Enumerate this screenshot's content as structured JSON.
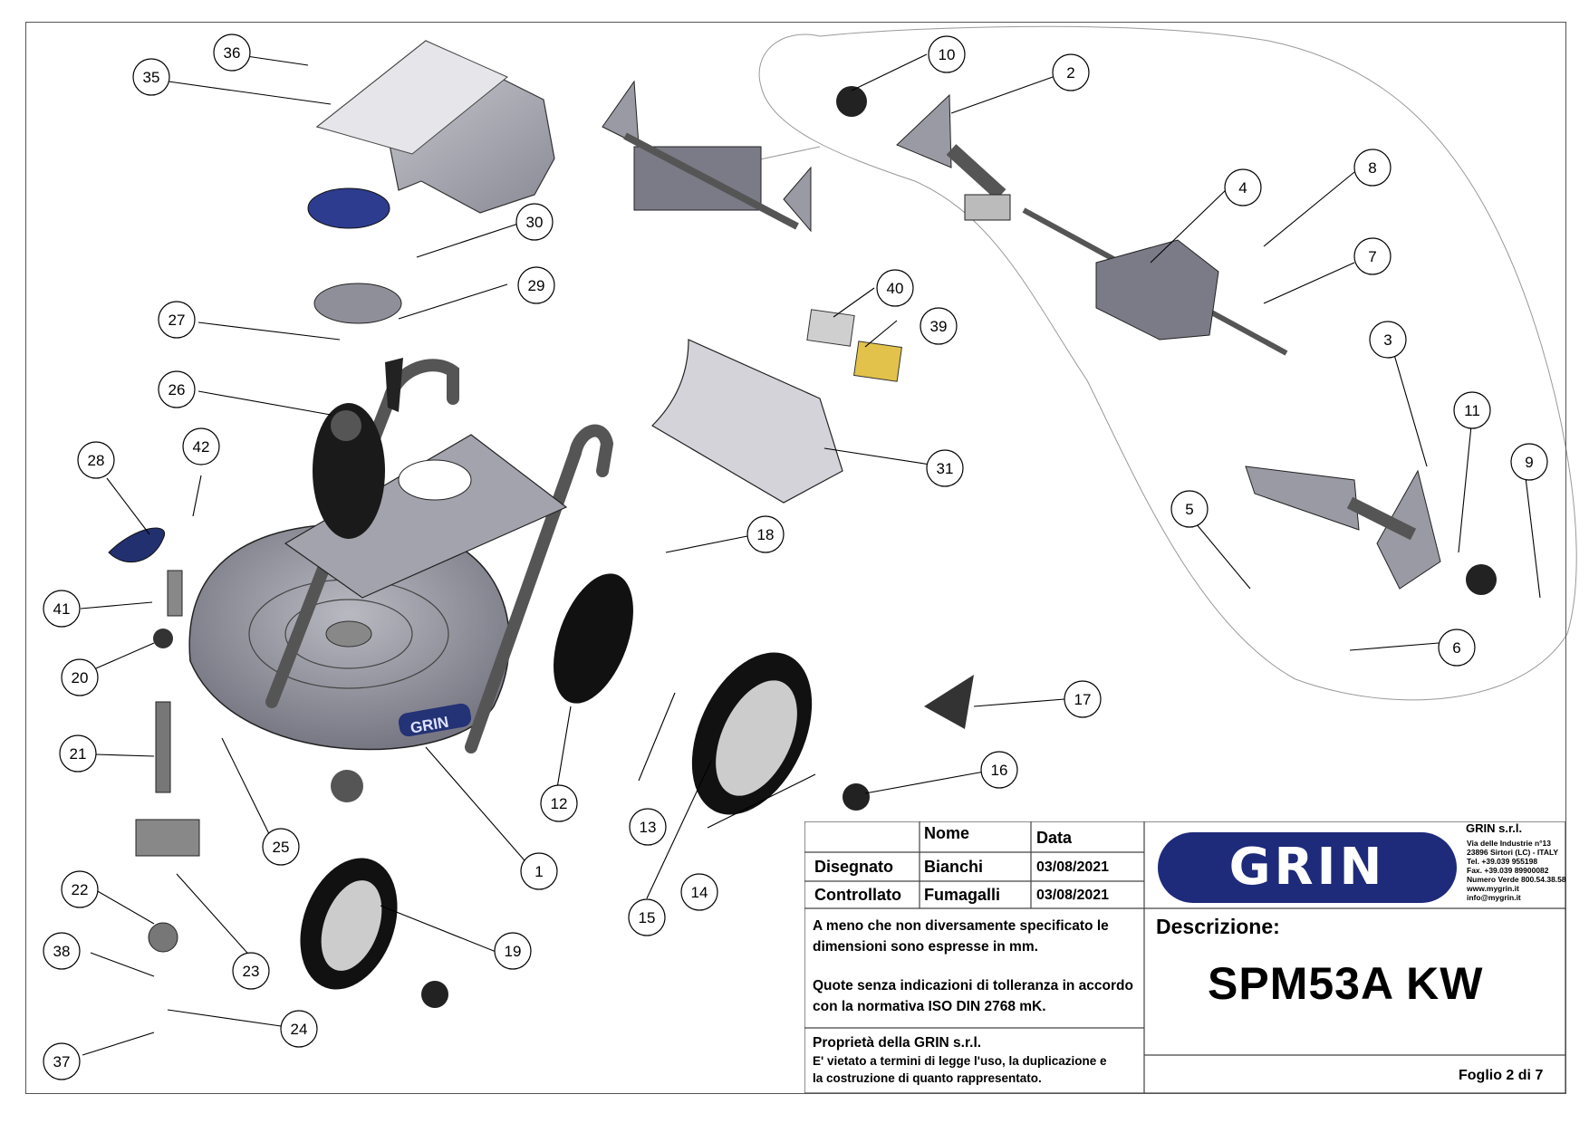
{
  "title_block": {
    "header_name": "Nome",
    "header_date": "Data",
    "rows": [
      {
        "role": "Disegnato",
        "name": "Bianchi",
        "date": "03/08/2021"
      },
      {
        "role": "Controllato",
        "name": "Fumagalli",
        "date": "03/08/2021"
      }
    ],
    "note_dimensions": "A meno che non diversamente specificato le dimensioni sono espresse in mm.",
    "note_tolerances": "Quote senza indicazioni di tolleranza in accordo con la normativa ISO DIN 2768 mK.",
    "property_title": "Proprietà della GRIN s.r.l.",
    "property_text_1": "E' vietato a termini di legge l'uso, la duplicazione e",
    "property_text_2": "la costruzione di quanto rappresentato.",
    "description_label": "Descrizione:",
    "model": "SPM53A KW",
    "sheet": "Foglio 2 di 7"
  },
  "company": {
    "name": "GRIN s.r.l.",
    "address_1": "Via delle Industrie n°13",
    "address_2": "23896 Sirtori (LC) - ITALY",
    "tel": "Tel. +39.039 955198",
    "fax": "Fax. +39.039 89900082",
    "green_number": "Numero Verde 800.54.38.58",
    "web": "www.mygrin.it",
    "email": "info@mygrin.it",
    "logo_text": "GRIN",
    "logo_color": "#1e2a7a"
  },
  "body_brand_text": "GRIN",
  "part_numbers": [
    "1",
    "2",
    "3",
    "4",
    "5",
    "6",
    "7",
    "8",
    "9",
    "10",
    "11",
    "12",
    "13",
    "14",
    "15",
    "16",
    "17",
    "18",
    "19",
    "20",
    "21",
    "22",
    "23",
    "24",
    "25",
    "26",
    "27",
    "28",
    "29",
    "30",
    "31",
    "35",
    "36",
    "37",
    "38",
    "39",
    "40",
    "41",
    "42"
  ]
}
